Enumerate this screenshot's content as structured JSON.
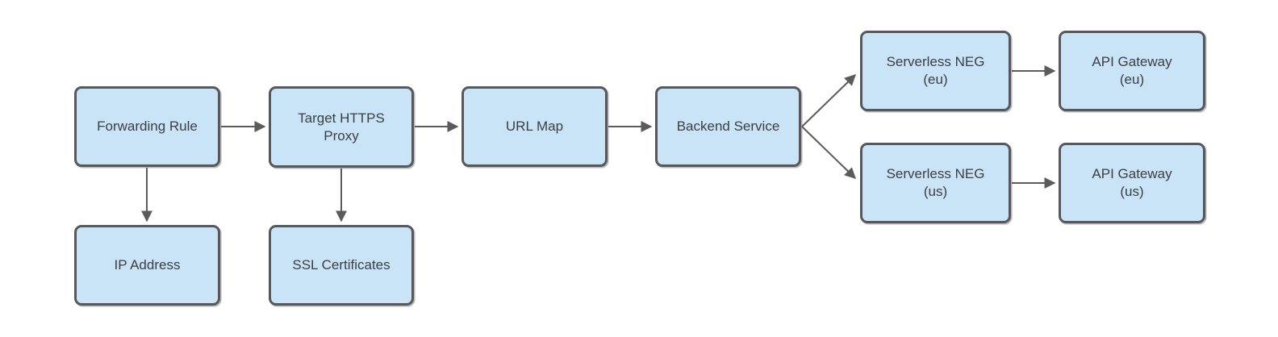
{
  "diagram": {
    "type": "flowchart",
    "background": "#FFFFFF",
    "colors": {
      "node_fill": "#C9E3F7",
      "node_border": "#56585B",
      "node_text": "#3C3F42",
      "connector": "#5B5B5B"
    },
    "nodes": [
      {
        "id": "forwarding-rule",
        "label": "Forwarding Rule"
      },
      {
        "id": "target-https-proxy",
        "label": "Target HTTPS\nProxy"
      },
      {
        "id": "url-map",
        "label": "URL Map"
      },
      {
        "id": "backend-service",
        "label": "Backend Service"
      },
      {
        "id": "serverless-neg-eu",
        "label": "Serverless NEG\n(eu)"
      },
      {
        "id": "api-gateway-eu",
        "label": "API Gateway\n(eu)"
      },
      {
        "id": "serverless-neg-us",
        "label": "Serverless NEG\n(us)"
      },
      {
        "id": "api-gateway-us",
        "label": "API Gateway\n(us)"
      },
      {
        "id": "ip-address",
        "label": "IP Address"
      },
      {
        "id": "ssl-certificates",
        "label": "SSL Certificates"
      }
    ],
    "edges": [
      {
        "from": "forwarding-rule",
        "to": "target-https-proxy"
      },
      {
        "from": "target-https-proxy",
        "to": "url-map"
      },
      {
        "from": "url-map",
        "to": "backend-service"
      },
      {
        "from": "backend-service",
        "to": "serverless-neg-eu"
      },
      {
        "from": "backend-service",
        "to": "serverless-neg-us"
      },
      {
        "from": "serverless-neg-eu",
        "to": "api-gateway-eu"
      },
      {
        "from": "serverless-neg-us",
        "to": "api-gateway-us"
      },
      {
        "from": "forwarding-rule",
        "to": "ip-address"
      },
      {
        "from": "target-https-proxy",
        "to": "ssl-certificates"
      }
    ]
  }
}
